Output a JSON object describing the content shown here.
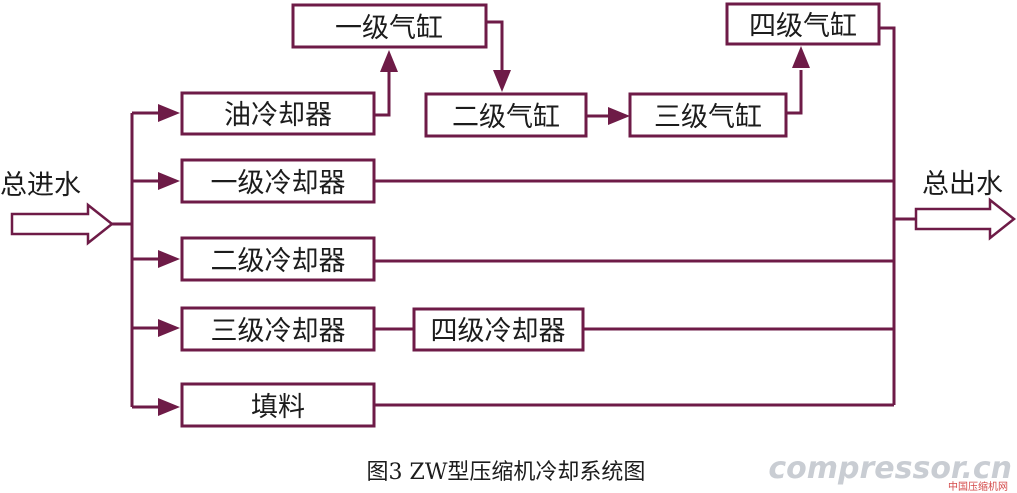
{
  "diagram": {
    "inlet_label": "总进水",
    "outlet_label": "总出水",
    "boxes": {
      "oil_cooler": "油冷却器",
      "stage1_cooler": "一级冷却器",
      "stage2_cooler": "二级冷却器",
      "stage3_cooler": "三级冷却器",
      "stage4_cooler": "四级冷却器",
      "packing": "填料",
      "stage1_cylinder": "一级气缸",
      "stage2_cylinder": "二级气缸",
      "stage3_cylinder": "三级气缸",
      "stage4_cylinder": "四级气缸"
    },
    "caption": "图3 ZW型压缩机冷却系统图"
  },
  "watermark": {
    "main": "compressor.cn",
    "sub": "中国压缩机网"
  },
  "colors": {
    "stroke": "#6e1b47",
    "text": "#1c1c1c"
  }
}
